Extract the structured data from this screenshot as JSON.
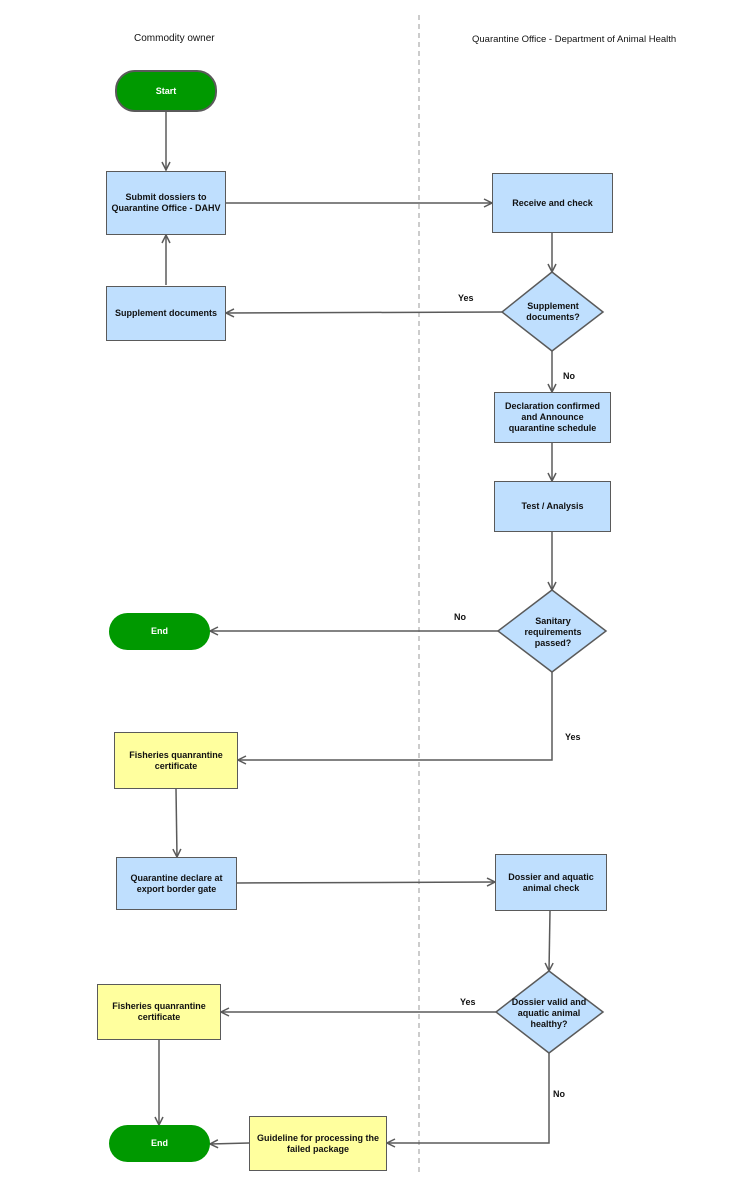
{
  "lanes": {
    "left": "Commodity owner",
    "right": "Quarantine Office - Department of Animal Health"
  },
  "nodes": {
    "start": "Start",
    "submit": "Submit dossiers to Quarantine Office - DAHV",
    "receive": "Receive and check",
    "supplement_q": "Supplement documents?",
    "supplement": "Supplement documents",
    "declaration": "Declaration confirmed and Announce quarantine schedule",
    "test": "Test / Analysis",
    "sanitary_q": "Sanitary requirements passed?",
    "end1": "End",
    "cert1": "Fisheries quanrantine certificate",
    "declare_export": "Quarantine declare at export border gate",
    "dossier_check": "Dossier and aquatic animal check",
    "dossier_q": "Dossier valid and aquatic animal healthy?",
    "cert2": "Fisheries quanrantine certificate",
    "guideline": "Guideline for processing the failed package",
    "end2": "End"
  },
  "edge_labels": {
    "supp_yes": "Yes",
    "supp_no": "No",
    "san_no": "No",
    "san_yes": "Yes",
    "dos_yes": "Yes",
    "dos_no": "No"
  },
  "colors": {
    "process_fill": "#bfdffe",
    "certificate_fill": "#ffff9e",
    "terminal_fill": "#009900",
    "line": "#5a5a5a"
  }
}
